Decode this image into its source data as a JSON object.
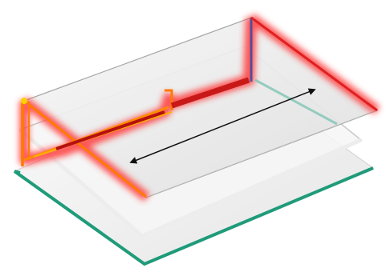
{
  "figure": {
    "kind": "isometric-layer-stack",
    "layers": [
      {
        "name": "bottom-plate",
        "fill": "#f3f4f4",
        "edge_color": "#1f9b7a"
      },
      {
        "name": "middle-plate",
        "fill": "#f6f6f6",
        "edge_color": "#c9c9c9"
      },
      {
        "name": "top-plate",
        "fill": "#efefef",
        "edge_color": "#9a9a9a"
      }
    ],
    "conductors": [
      {
        "name": "horizontal-electrode",
        "color": "#ff7a00",
        "glow": "#ff3a3a"
      },
      {
        "name": "vertical-electrode",
        "color": "#5a4a9a",
        "glow": "#ff3a3a"
      }
    ],
    "arrow": {
      "name": "double-headed-arrow",
      "color": "#111111"
    }
  }
}
